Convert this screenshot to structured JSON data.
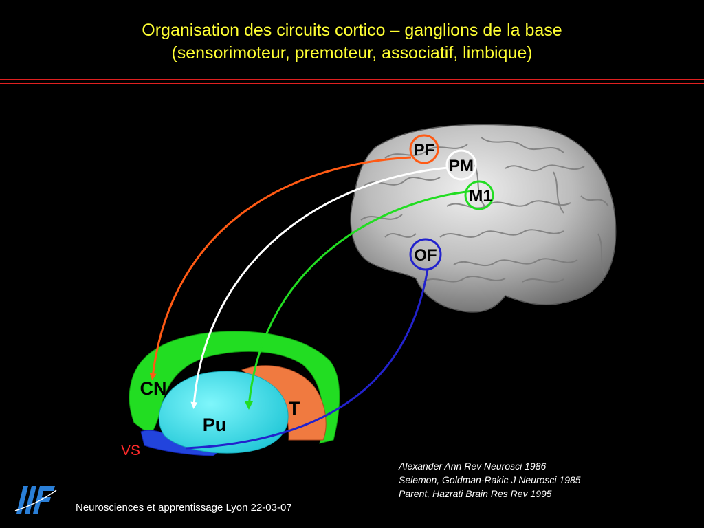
{
  "title": {
    "line1": "Organisation des circuits cortico – ganglions de la base",
    "line2": "(sensorimoteur, premoteur, associatif, limbique)"
  },
  "cortex_labels": {
    "pf": "PF",
    "pm": "PM",
    "m1": "M1",
    "of": "OF"
  },
  "basal_labels": {
    "cn": "CN",
    "pu": "Pu",
    "t": "T",
    "vs": "VS"
  },
  "references": [
    "Alexander Ann Rev Neurosci 1986",
    "Selemon, Goldman-Rakic  J Neurosci 1985",
    "Parent, Hazrati Brain Res Rev 1995"
  ],
  "footer": "Neurosciences et apprentissage Lyon 22-03-07",
  "logo": "IIF",
  "colors": {
    "background": "#000000",
    "title": "#ffff33",
    "rule": "#e02020",
    "pf_circuit": "#ff5a14",
    "pm_circuit": "#ffffff",
    "m1_circuit": "#22dd22",
    "of_circuit": "#2222cc",
    "caudate": "#22dd22",
    "putamen": "#33e8f0",
    "thalamus": "#f07a40",
    "ventral_striatum": "#2244dd",
    "vs_label": "#ff2a2a",
    "brain": "#bdbdbd"
  }
}
